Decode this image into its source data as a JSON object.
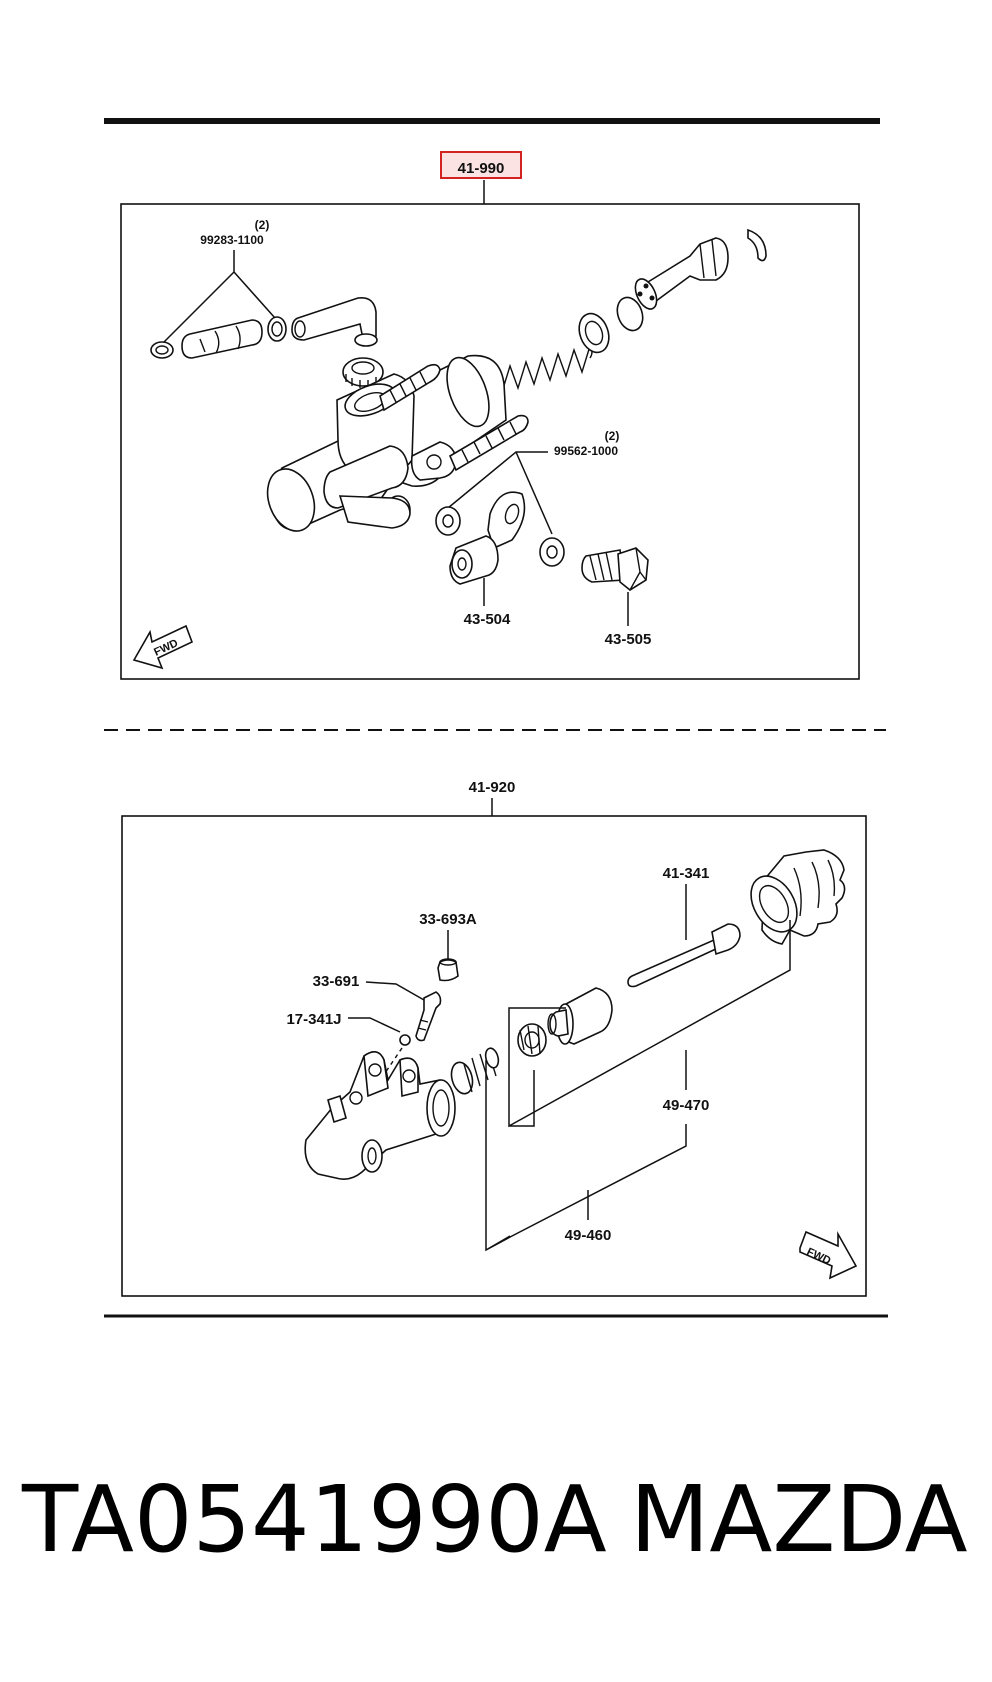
{
  "upper_assembly": {
    "label": "41-990",
    "parts": {
      "hose_clamp": "99283-1100",
      "hose_clamp_qty": "(2)",
      "washer": "99562-1000",
      "washer_qty": "(2)",
      "union": "43-504",
      "union_bolt": "43-505"
    },
    "fwd": "FWD"
  },
  "lower_assembly": {
    "label": "41-920",
    "parts": {
      "cap": "33-693A",
      "bleeder_screw": "33-691",
      "steel_ball": "17-341J",
      "push_rod": "41-341",
      "kit_outer": "49-470",
      "kit_inner": "49-460"
    },
    "fwd": "FWD"
  },
  "footer": {
    "part_number": "TA0541990A",
    "brand": "MAZDA"
  },
  "colors": {
    "highlight_border": "#d22222",
    "highlight_fill": "#fbe3e3",
    "line": "#111111"
  }
}
